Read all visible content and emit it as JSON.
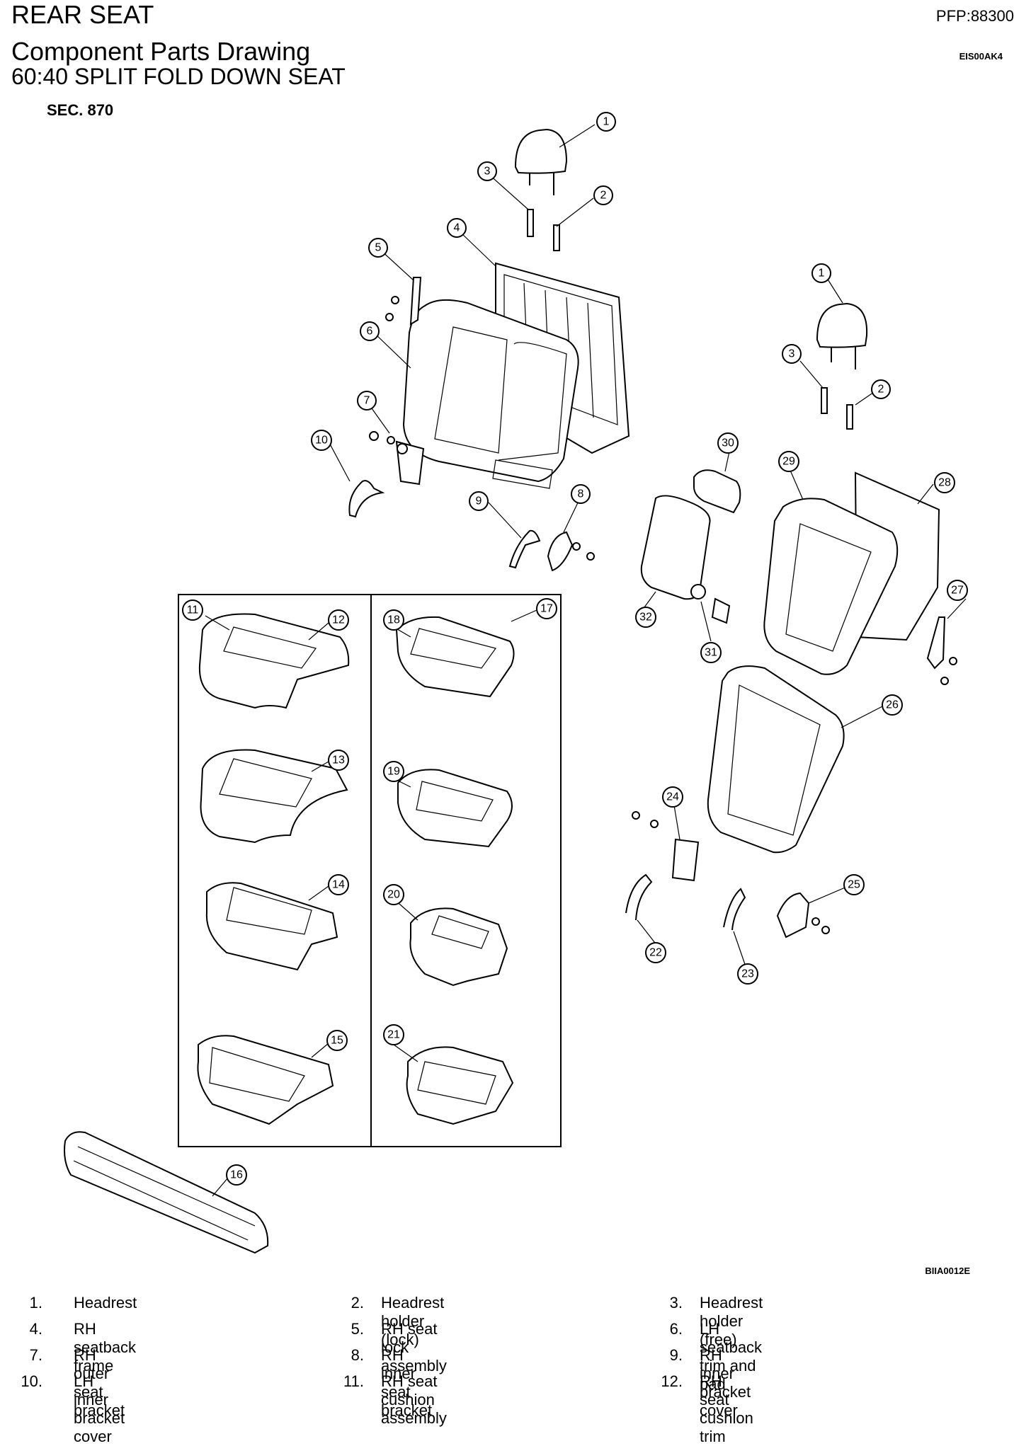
{
  "header": {
    "title": "REAR SEAT",
    "pfp": "PFP:88300",
    "subtitle1": "Component Parts Drawing",
    "subtitle2": "60:40 SPLIT FOLD DOWN SEAT",
    "doc_code": "EIS00AK4",
    "section": "SEC. 870",
    "figure_code": "BIIA0012E"
  },
  "callouts": [
    "1",
    "2",
    "3",
    "4",
    "5",
    "6",
    "7",
    "8",
    "9",
    "10",
    "11",
    "12",
    "13",
    "14",
    "15",
    "16",
    "17",
    "18",
    "19",
    "20",
    "21",
    "22",
    "23",
    "24",
    "25",
    "26",
    "27",
    "28",
    "29",
    "30",
    "31",
    "32",
    "1",
    "2",
    "3"
  ],
  "legend": [
    {
      "num": "1.",
      "text": "Headrest"
    },
    {
      "num": "2.",
      "text": "Headrest holder (lock)"
    },
    {
      "num": "3.",
      "text": "Headrest holder (free)"
    },
    {
      "num": "4.",
      "text": "RH seatback frame"
    },
    {
      "num": "5.",
      "text": "RH seat lock assembly"
    },
    {
      "num": "6.",
      "text": "LH seatback trim and pad"
    },
    {
      "num": "7.",
      "text": "RH outer seat bracket"
    },
    {
      "num": "8.",
      "text": "RH inner seat bracket"
    },
    {
      "num": "9.",
      "text": "RH inner bracket cover"
    },
    {
      "num": "10.",
      "text": "LH inner bracket cover"
    },
    {
      "num": "11.",
      "text": "RH seat cushion assembly"
    },
    {
      "num": "12.",
      "text": "RH seat cushion trim"
    }
  ]
}
